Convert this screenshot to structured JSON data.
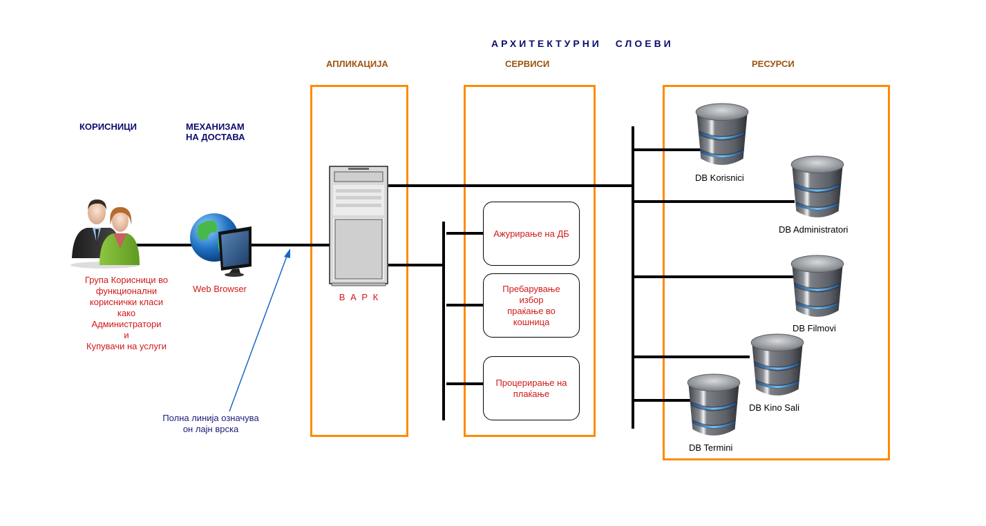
{
  "diagram": {
    "title": "АРХИТЕКТУРНИ СЛОЕВИ",
    "layers": {
      "application": "АПЛИКАЦИЈА",
      "services": "СЕРВИСИ",
      "resources": "РЕСУРСИ"
    },
    "columns": {
      "users": "КОРИСНИЦИ",
      "delivery_line1": "МЕХАНИЗАМ",
      "delivery_line2": "НА ДОСТАВА"
    },
    "users_desc": [
      "Група Корисници во",
      "функционални",
      "кориснички класи",
      "како",
      "Администратори",
      "и",
      "Купувачи на услуги"
    ],
    "browser_label": "Web Browser",
    "server_label": "В А Р К",
    "annotation": [
      "Полна линија означува",
      "он лајн врска"
    ],
    "services": [
      {
        "lines": [
          "Ажурирање на ДБ"
        ]
      },
      {
        "lines": [
          "Пребарување",
          "избор",
          "праќање во",
          "кошница"
        ]
      },
      {
        "lines": [
          "Процерирање на",
          "плаќање"
        ]
      }
    ],
    "databases": [
      {
        "label": "DB Korisnici"
      },
      {
        "label": "DB Administratori"
      },
      {
        "label": "DB Filmovi"
      },
      {
        "label": "DB Kino Sali"
      },
      {
        "label": "DB Termini"
      }
    ],
    "colors": {
      "title": "#0c0c6e",
      "layer_header": "#9c5410",
      "layer_border": "#ff8a00",
      "label_red": "#d01818",
      "annotation_arrow": "#1a66c8"
    }
  }
}
